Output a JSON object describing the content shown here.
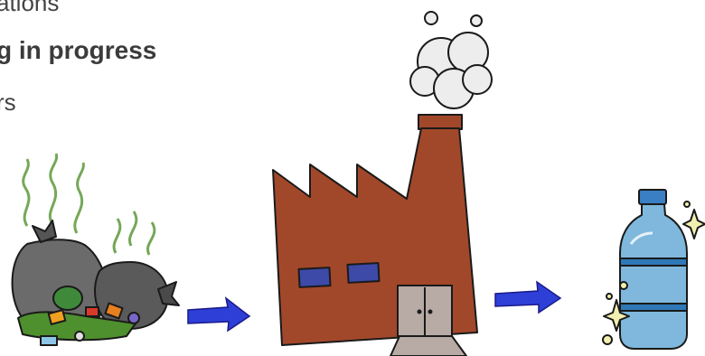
{
  "text_lines": {
    "line1": "ations",
    "line2": "g in progress",
    "line3": "rs"
  },
  "illustration": {
    "items": [
      "garbage-bags",
      "factory",
      "plastic-bottle"
    ],
    "colors": {
      "arrow": "#2d3fd6",
      "factory_brick": "#a2482a",
      "window": "#3d4aa8",
      "door": "#b8aaa4",
      "smoke": "#e9e9e9",
      "bag": "#6b6b6b",
      "stink": "#5e9a3a",
      "bottle": "#7fb8dc",
      "bottle_band": "#2f78b8",
      "cap": "#3a7ec4",
      "sparkle": "#f2f0b0"
    }
  }
}
